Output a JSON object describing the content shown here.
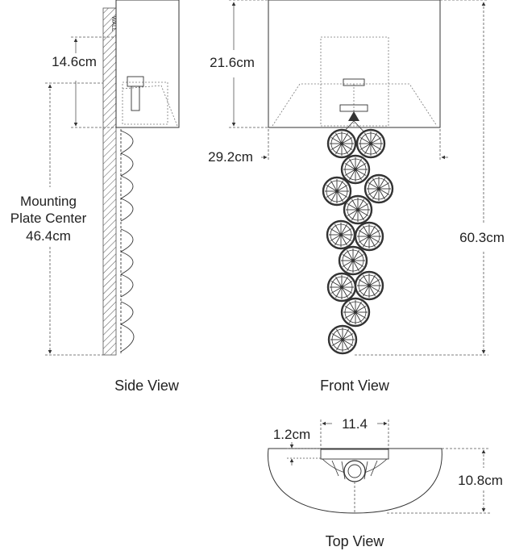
{
  "views": {
    "side": {
      "caption": "Side View",
      "wall_label": "WALL",
      "dim_top": "14.6cm",
      "dim_mount_line1": "Mounting",
      "dim_mount_line2": "Plate Center",
      "dim_mount_value": "46.4cm"
    },
    "front": {
      "caption": "Front View",
      "dim_shade_height": "21.6cm",
      "dim_width": "29.2cm",
      "dim_overall_height": "60.3cm"
    },
    "top": {
      "caption": "Top View",
      "dim_plate_width": "11.4",
      "dim_offset": "1.2cm",
      "dim_depth": "10.8cm"
    }
  },
  "style": {
    "line_color": "#333333",
    "dash_color": "#555555",
    "ink_color": "#222222"
  }
}
